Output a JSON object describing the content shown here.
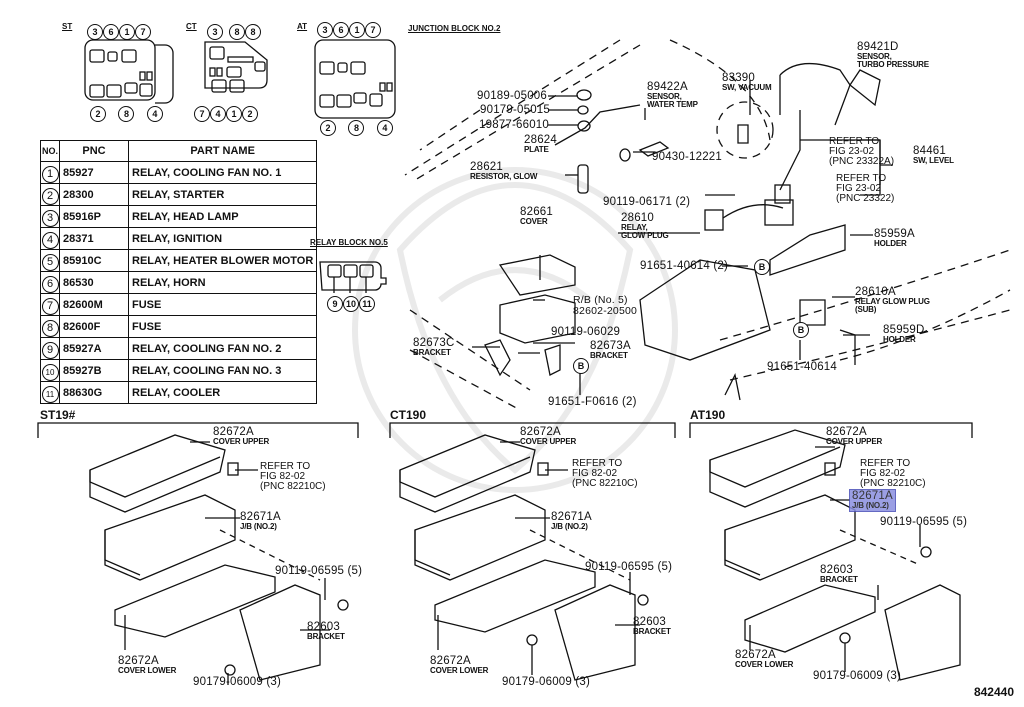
{
  "diagram": {
    "figure_number": "842440",
    "relay_layouts": {
      "st": {
        "label": "ST",
        "top_numbers": [
          "3",
          "6",
          "1",
          "7"
        ],
        "bottom_numbers": [
          "2",
          "8",
          "4"
        ]
      },
      "ct": {
        "label": "CT",
        "top_numbers": [
          "3",
          "8",
          "8"
        ],
        "bottom_numbers": [
          "7",
          "4",
          "1",
          "2"
        ]
      },
      "at": {
        "label": "AT",
        "top_numbers": [
          "3",
          "6",
          "1",
          "7"
        ],
        "bottom_numbers": [
          "2",
          "8",
          "4"
        ]
      }
    },
    "junction_block_title": "JUNCTION BLOCK NO.2",
    "relay_block": {
      "title": "RELAY BLOCK NO.5",
      "numbers": [
        "9",
        "10",
        "11"
      ]
    },
    "parts_table": {
      "headers": [
        "NO.",
        "PNC",
        "PART NAME"
      ],
      "rows": [
        {
          "no": "1",
          "pnc": "85927",
          "name": "RELAY, COOLING FAN NO. 1"
        },
        {
          "no": "2",
          "pnc": "28300",
          "name": "RELAY, STARTER"
        },
        {
          "no": "3",
          "pnc": "85916P",
          "name": "RELAY, HEAD LAMP"
        },
        {
          "no": "4",
          "pnc": "28371",
          "name": "RELAY, IGNITION"
        },
        {
          "no": "5",
          "pnc": "85910C",
          "name": "RELAY, HEATER BLOWER MOTOR"
        },
        {
          "no": "6",
          "pnc": "86530",
          "name": "RELAY, HORN"
        },
        {
          "no": "7",
          "pnc": "82600M",
          "name": "FUSE"
        },
        {
          "no": "8",
          "pnc": "82600F",
          "name": "FUSE"
        },
        {
          "no": "9",
          "pnc": "85927A",
          "name": "RELAY, COOLING FAN NO. 2"
        },
        {
          "no": "10",
          "pnc": "85927B",
          "name": "RELAY, COOLING FAN NO. 3"
        },
        {
          "no": "11",
          "pnc": "88630G",
          "name": "RELAY, COOLER"
        }
      ]
    },
    "top_parts": {
      "p90189": "90189-05006",
      "p90179a": "90179-05015",
      "p19877": "19877-66010",
      "p28624": {
        "number": "28624",
        "name": "PLATE"
      },
      "p28621": {
        "number": "28621",
        "name": "RESISTOR, GLOW"
      },
      "p89422A": {
        "number": "89422A",
        "name1": "SENSOR,",
        "name2": "WATER TEMP"
      },
      "p90430": "90430-12221",
      "p83390": {
        "number": "83390",
        "name": "SW, VACUUM"
      },
      "p89421D": {
        "number": "89421D",
        "name1": "SENSOR,",
        "name2": "TURBO PRESSURE"
      },
      "ref_23322A": "REFER TO\nFIG 23-02\n(PNC 23322A)",
      "ref_23322": "REFER TO\nFIG 23-02\n(PNC 23322)",
      "p84461": {
        "number": "84461",
        "name": "SW, LEVEL"
      },
      "p90119_06171": "90119-06171 (2)",
      "p28610": {
        "number": "28610",
        "name1": "RELAY,",
        "name2": "GLOW PLUG"
      },
      "p82661": {
        "number": "82661",
        "name": "COVER"
      },
      "p85959A": {
        "number": "85959A",
        "name": "HOLDER"
      },
      "p91651_40614_2": "91651-40614 (2)",
      "rb5": {
        "line1": "R/B (No. 5)",
        "line2": "82602-20500"
      },
      "p28610A": {
        "number": "28610A",
        "name1": "RELAY GLOW PLUG",
        "name2": "(SUB)"
      },
      "p90119_06029": "90119-06029",
      "p82673C": {
        "number": "82673C",
        "name": "BRACKET"
      },
      "p82673A": {
        "number": "82673A",
        "name": "BRACKET"
      },
      "p85959D": {
        "number": "85959D",
        "name": "HOLDER"
      },
      "p91651_40614": "91651-40614",
      "p91651_F0616": "91651-F0616 (2)",
      "b_marker": "B"
    },
    "sections": [
      {
        "title": "ST19#",
        "cover_upper": {
          "number": "82672A",
          "name": "COVER UPPER"
        },
        "refer": "REFER TO\nFIG 82-02\n(PNC 82210C)",
        "jb": {
          "number": "82671A",
          "name": "J/B (NO.2)"
        },
        "bolt": "90119-06595 (5)",
        "bracket": {
          "number": "82603",
          "name": "BRACKET"
        },
        "cover_lower": {
          "number": "82672A",
          "name": "COVER LOWER"
        },
        "nut": "90179-06009 (3)"
      },
      {
        "title": "CT190",
        "cover_upper": {
          "number": "82672A",
          "name": "COVER UPPER"
        },
        "refer": "REFER TO\nFIG 82-02\n(PNC 82210C)",
        "jb": {
          "number": "82671A",
          "name": "J/B (NO.2)"
        },
        "bolt": "90119-06595 (5)",
        "bracket": {
          "number": "82603",
          "name": "BRACKET"
        },
        "cover_lower": {
          "number": "82672A",
          "name": "COVER LOWER"
        },
        "nut": "90179-06009 (3)"
      },
      {
        "title": "AT190",
        "cover_upper": {
          "number": "82672A",
          "name": "COVER UPPER"
        },
        "refer": "REFER TO\nFIG 82-02\n(PNC 82210C)",
        "jb": {
          "number": "82671A",
          "name": "J/B (NO.2)",
          "highlighted": true
        },
        "bolt": "90119-06595 (5)",
        "bracket": {
          "number": "82603",
          "name": "BRACKET"
        },
        "cover_lower": {
          "number": "82672A",
          "name": "COVER LOWER"
        },
        "nut": "90179-06009 (3)"
      }
    ],
    "colors": {
      "highlight": "#8a8fe0",
      "ink": "#111111",
      "watermark": "#e6e6e6"
    }
  }
}
